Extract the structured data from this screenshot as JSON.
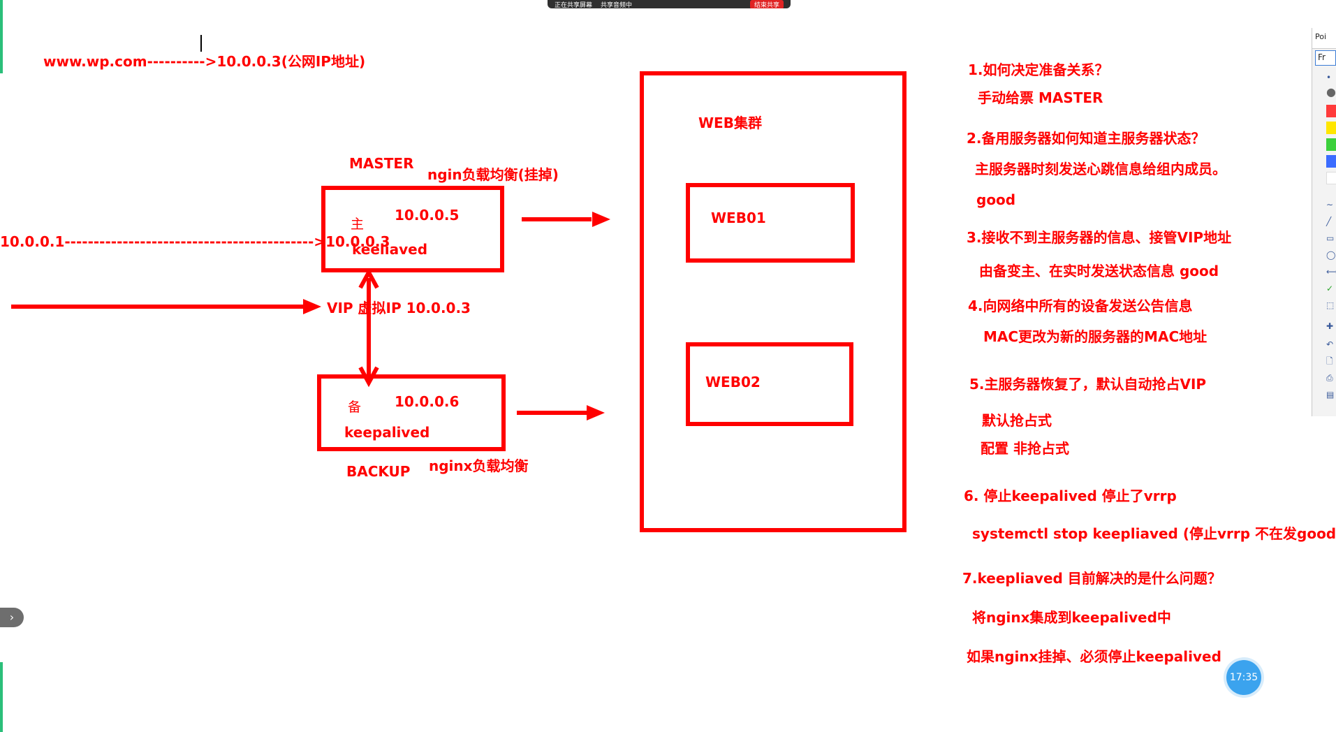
{
  "share_bar": {
    "status": "正在共享屏幕",
    "item2": "共享音频中",
    "end_label": "结束共享"
  },
  "top_text": "www.wp.com---------->10.0.0.3(公网IP地址)",
  "client_line": "10.0.0.1------------------------------------------->10.0.0.3",
  "vip_label": "VIP 虚拟IP 10.0.0.3",
  "master": {
    "role": "MASTER",
    "note": "ngin负载均衡(挂掉)",
    "char": "主",
    "ip": "10.0.0.5",
    "service": "keeliaved"
  },
  "backup": {
    "role": "BACKUP",
    "note": "nginx负载均衡",
    "char": "备",
    "ip": "10.0.0.6",
    "service": "keepalived"
  },
  "cluster": {
    "title": "WEB集群",
    "web01": "WEB01",
    "web02": "WEB02"
  },
  "notes": [
    "1.如何决定准备关系？",
    "手动给票 MASTER",
    "2.备用服务器如何知道主服务器状态？",
    "主服务器时刻发送心跳信息给组内成员。",
    "good",
    "3.接收不到主服务器的信息、接管VIP地址",
    "由备变主、在实时发送状态信息 good",
    "4.向网络中所有的设备发送公告信息",
    "MAC更改为新的服务器的MAC地址",
    "5.主服务器恢复了，默认自动抢占VIP",
    "默认抢占式",
    "配置 非抢占式",
    "6. 停止keepalived 停止了vrrp",
    "systemctl stop keepliaved (停止vrrp 不在发good)",
    "7.keepliaved 目前解决的是什么问题？",
    "将nginx集成到keepalived中",
    "如果nginx挂掉、必须停止keepalived"
  ],
  "toolbar": {
    "tab_label": "Poi",
    "field_value": "Fr",
    "colors": [
      "#ff3b3b",
      "#ffe600",
      "#3cd03c",
      "#3b6cff",
      "#ffffff"
    ]
  },
  "clock_time": "17:35",
  "collapse_glyph": "›"
}
